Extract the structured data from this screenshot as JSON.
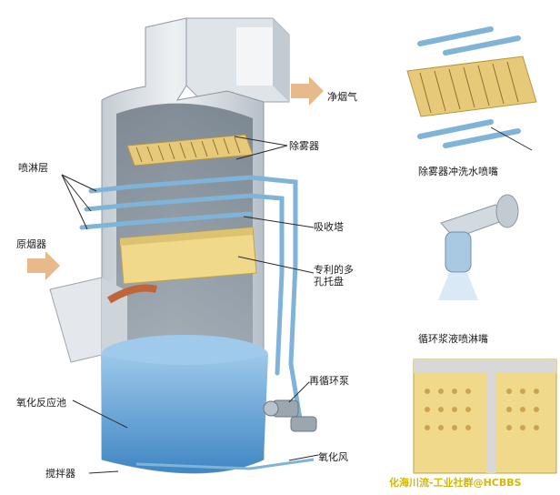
{
  "labels": {
    "clean_flue_gas": "净烟气",
    "demister": "除雾器",
    "spray_layer": "喷淋层",
    "raw_flue_gas": "原烟器",
    "absorber_tower": "吸收塔",
    "patented_tray": "专利的多孔托盘",
    "oxidation_tank": "氧化反应池",
    "recirculation_pump": "再循环泵",
    "agitator": "搅拌器",
    "oxidation_air": "氧化风",
    "demister_wash_nozzle": "除雾器冲洗水喷嘴",
    "slurry_spray_nozzle": "循环浆液喷淋嘴"
  },
  "watermark": "化海川流-工业社群@HCBBS",
  "colors": {
    "tower_shell": "#d6dde3",
    "slurry": "#6aa8d8",
    "pipes": "#7fb3d8",
    "tray": "#f0d98a",
    "demister_blades": "#e8c97a",
    "arrow": "#e8b98a",
    "watermark": "#d4b800"
  }
}
